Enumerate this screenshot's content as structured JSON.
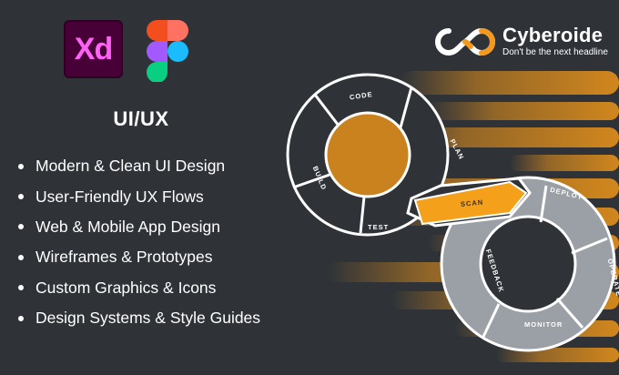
{
  "apps": [
    {
      "name": "adobe-xd",
      "label": "Xd",
      "bg": "#470137",
      "fg": "#ff61f6"
    },
    {
      "name": "figma",
      "colors": [
        "#f24e1e",
        "#ff7262",
        "#a259ff",
        "#1abcfe",
        "#0acf83"
      ]
    }
  ],
  "title": "UI/UX",
  "features": [
    "Modern & Clean UI Design",
    "User-Friendly UX Flows",
    "Web & Mobile App Design",
    "Wireframes & Prototypes",
    "Custom Graphics & Icons",
    "Design Systems & Style Guides"
  ],
  "brand": {
    "name": "Cyberoide",
    "tagline": "Don't be the next headline",
    "accent": "#f39a1e"
  },
  "cycle": {
    "left_loop": [
      "CODE",
      "PLAN",
      "TEST",
      "BUILD"
    ],
    "center": "SCAN",
    "right_loop": [
      "DEPLOY",
      "OPERATE",
      "MONITOR",
      "FEEDBACK"
    ],
    "colors": {
      "background": "#2f3338",
      "left_fill": "#2f3338",
      "right_fill": "#9aa0a6",
      "highlight": "#f5a01a",
      "outline": "#ffffff",
      "streaks": "#e4901a"
    }
  }
}
